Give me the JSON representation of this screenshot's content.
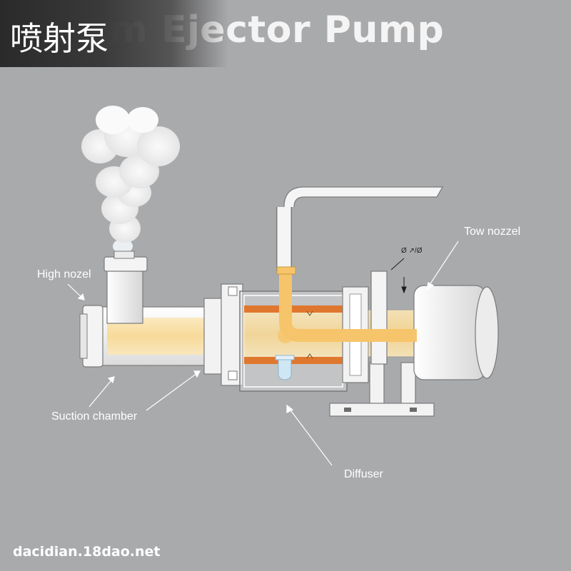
{
  "banner": {
    "text": "喷射泵"
  },
  "title": "Steam Ejector Pump",
  "labels": {
    "high_nozzle": "High nozel",
    "tow_nozzle": "Tow nozzel",
    "suction_chamber": "Suction chamber",
    "diffuser": "Diffuser",
    "small_mark": "Ø ↗/Ø"
  },
  "watermark": "dacidian.18dao.net",
  "colors": {
    "background": "#a9aaac",
    "steam_flow": "#f6c46a",
    "heating_band": "#e0772e",
    "metal": "#f2f2f2",
    "outline": "#6b6b6b"
  }
}
